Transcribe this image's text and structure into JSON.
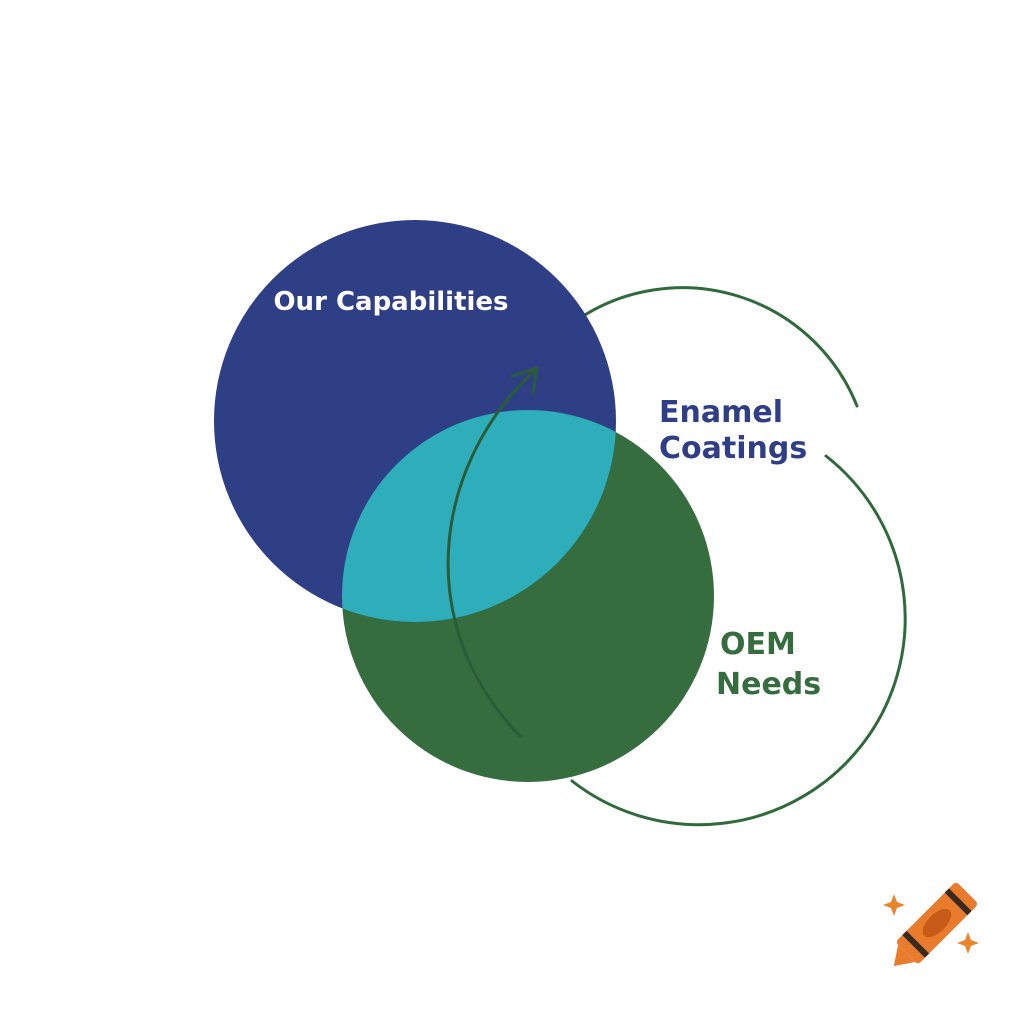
{
  "colors": {
    "background": "#ffffff",
    "capabilities_circle": "#2e3f85",
    "needs_circle": "#356d3e",
    "overlap": "#2eaebb",
    "outline_ring": "#2f6b3a",
    "arrow": "#2b5c3a",
    "capabilities_text": "#ffffff",
    "enamel_text": "#2e3f85",
    "oem_text": "#356d3e",
    "crayon_body": "#e87b2c",
    "crayon_dark": "#c85a18",
    "crayon_bands": "#3a2a1e",
    "sparkle": "#e8862c"
  },
  "labels": {
    "capabilities": "Our Capabilities",
    "enamel_line1": "Enamel",
    "enamel_line2": "Coatings",
    "oem_line1": "OEM",
    "oem_line2": "Needs"
  },
  "icons": {
    "watermark": "crayon-icon",
    "arrow": "curved-arrow-icon"
  }
}
